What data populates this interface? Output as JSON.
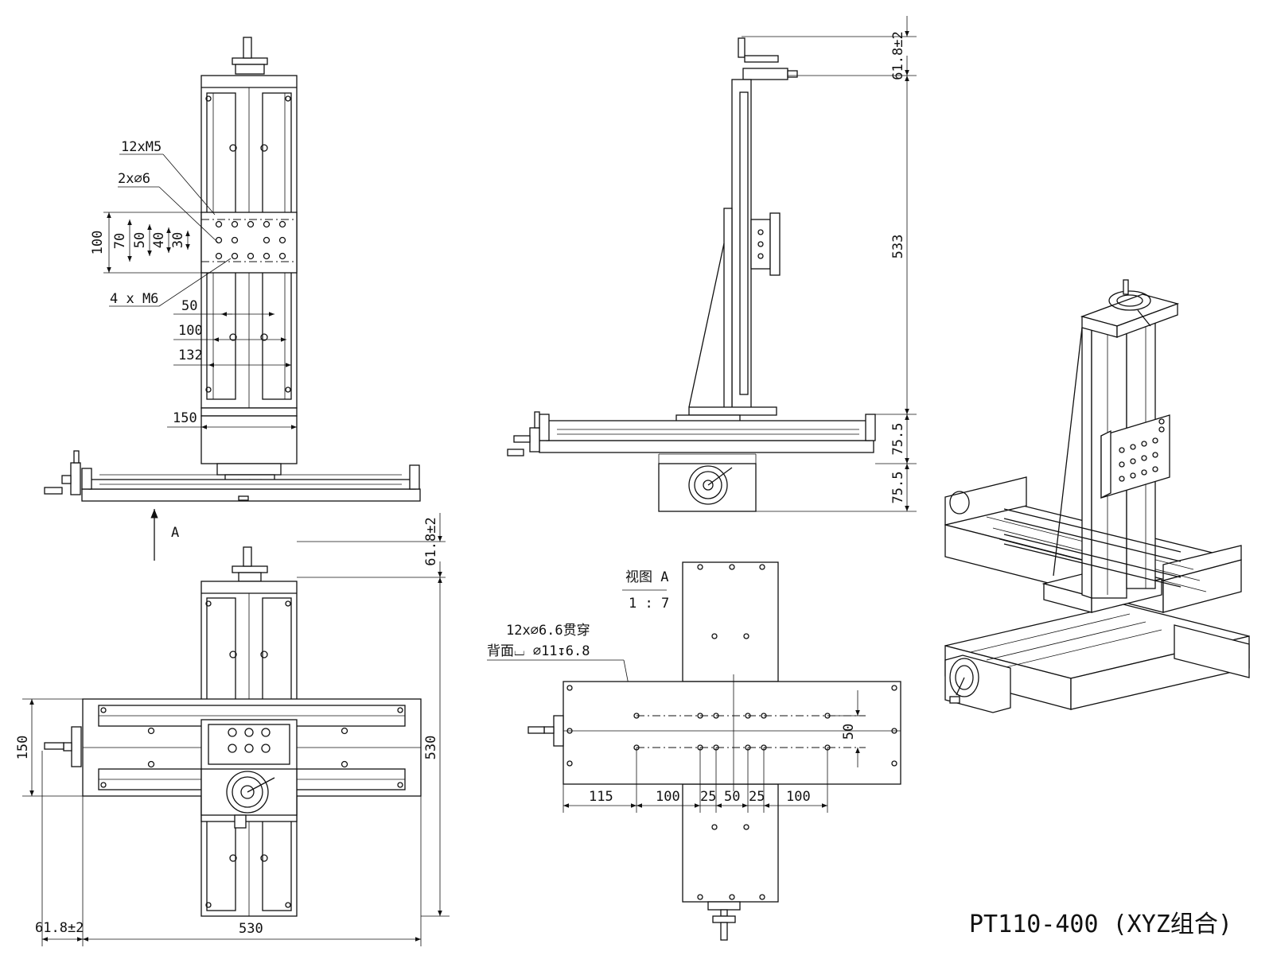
{
  "drawing": {
    "title": "PT110-400 (XYZ组合)",
    "arrow_view_label": "A"
  },
  "top_view": {
    "callouts": [
      "12xM5",
      "2x⌀6",
      "4 x  M6"
    ],
    "dims_vertical": [
      "100",
      "70",
      "50",
      "40",
      "30"
    ],
    "dims_horizontal": [
      "50",
      "100",
      "132",
      "150"
    ]
  },
  "front_view": {
    "dims_vertical": [
      "61.8±2",
      "150",
      "530"
    ],
    "dims_horizontal": [
      "61.8±2",
      "530"
    ]
  },
  "side_view": {
    "dims_vertical": [
      "61.8±2",
      "533",
      "75.5",
      "75.5"
    ]
  },
  "view_a": {
    "label": "视图 A",
    "scale": "1 : 7",
    "note_line1": "12x⌀6.6贯穿",
    "note_line2": "背面⌴ ⌀11↧6.8",
    "dims_horizontal": [
      "115",
      "100",
      "25",
      "50",
      "25",
      "100"
    ],
    "dims_vertical": [
      "50"
    ]
  }
}
